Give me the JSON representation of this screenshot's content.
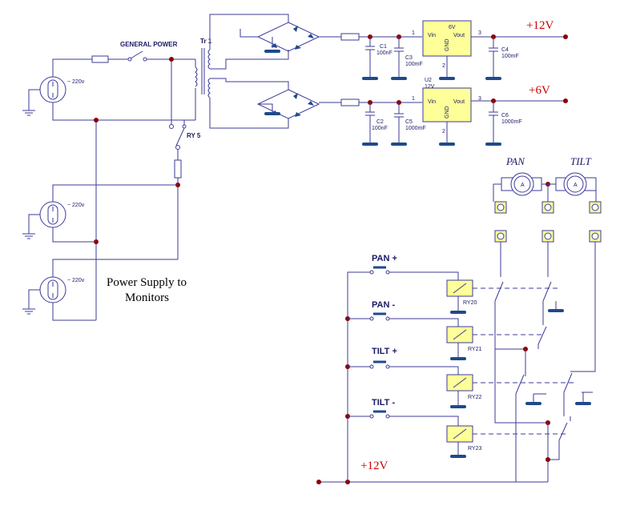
{
  "labels": {
    "general_power": "GENERAL POWER",
    "transformer": "Tr 1",
    "ry5": "RY 5",
    "v220": "~ 220v",
    "power_supply_line1": "Power Supply to",
    "power_supply_line2": "Monitors",
    "plus12": "+12V",
    "plus6": "+6V",
    "u2": "U2",
    "u2_volt": "12V",
    "u1_volt": "6V",
    "vin": "Vin",
    "vout": "Vout",
    "gnd": "GND",
    "pin1": "1",
    "pin2": "2",
    "pin3": "3",
    "c1": "C1",
    "c1v": "100nF",
    "c2": "C2",
    "c2v": "100nF",
    "c3": "C3",
    "c3v": "100mF",
    "c4": "C4",
    "c4v": "100mF",
    "c5": "C5",
    "c5v": "1000mF",
    "c6": "C6",
    "c6v": "1000mF",
    "pan": "PAN",
    "tilt": "TILT",
    "pan_plus": "PAN +",
    "pan_minus": "PAN -",
    "tilt_plus": "TILT +",
    "tilt_minus": "TILT -",
    "ry20": "RY20",
    "ry21": "RY21",
    "ry22": "RY22",
    "ry23": "RY23",
    "plus12_bottom": "+12V"
  }
}
